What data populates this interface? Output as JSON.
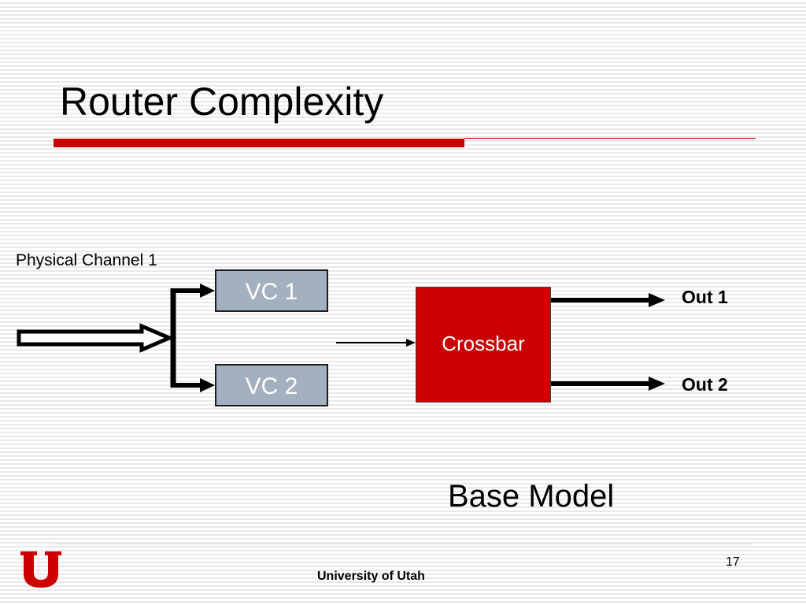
{
  "slide": {
    "title": "Router Complexity",
    "page_number": "17",
    "footer_org": "University of Utah"
  },
  "diagram": {
    "input_label": "Physical Channel 1",
    "vc1_label": "VC 1",
    "vc2_label": "VC 2",
    "crossbar_label": "Crossbar",
    "out1_label": "Out 1",
    "out2_label": "Out 2",
    "caption": "Base Model"
  },
  "colors": {
    "accent_red": "#cc0000",
    "vc_fill": "#a3b0bf",
    "logo": "university-of-utah-block-u-logo"
  }
}
